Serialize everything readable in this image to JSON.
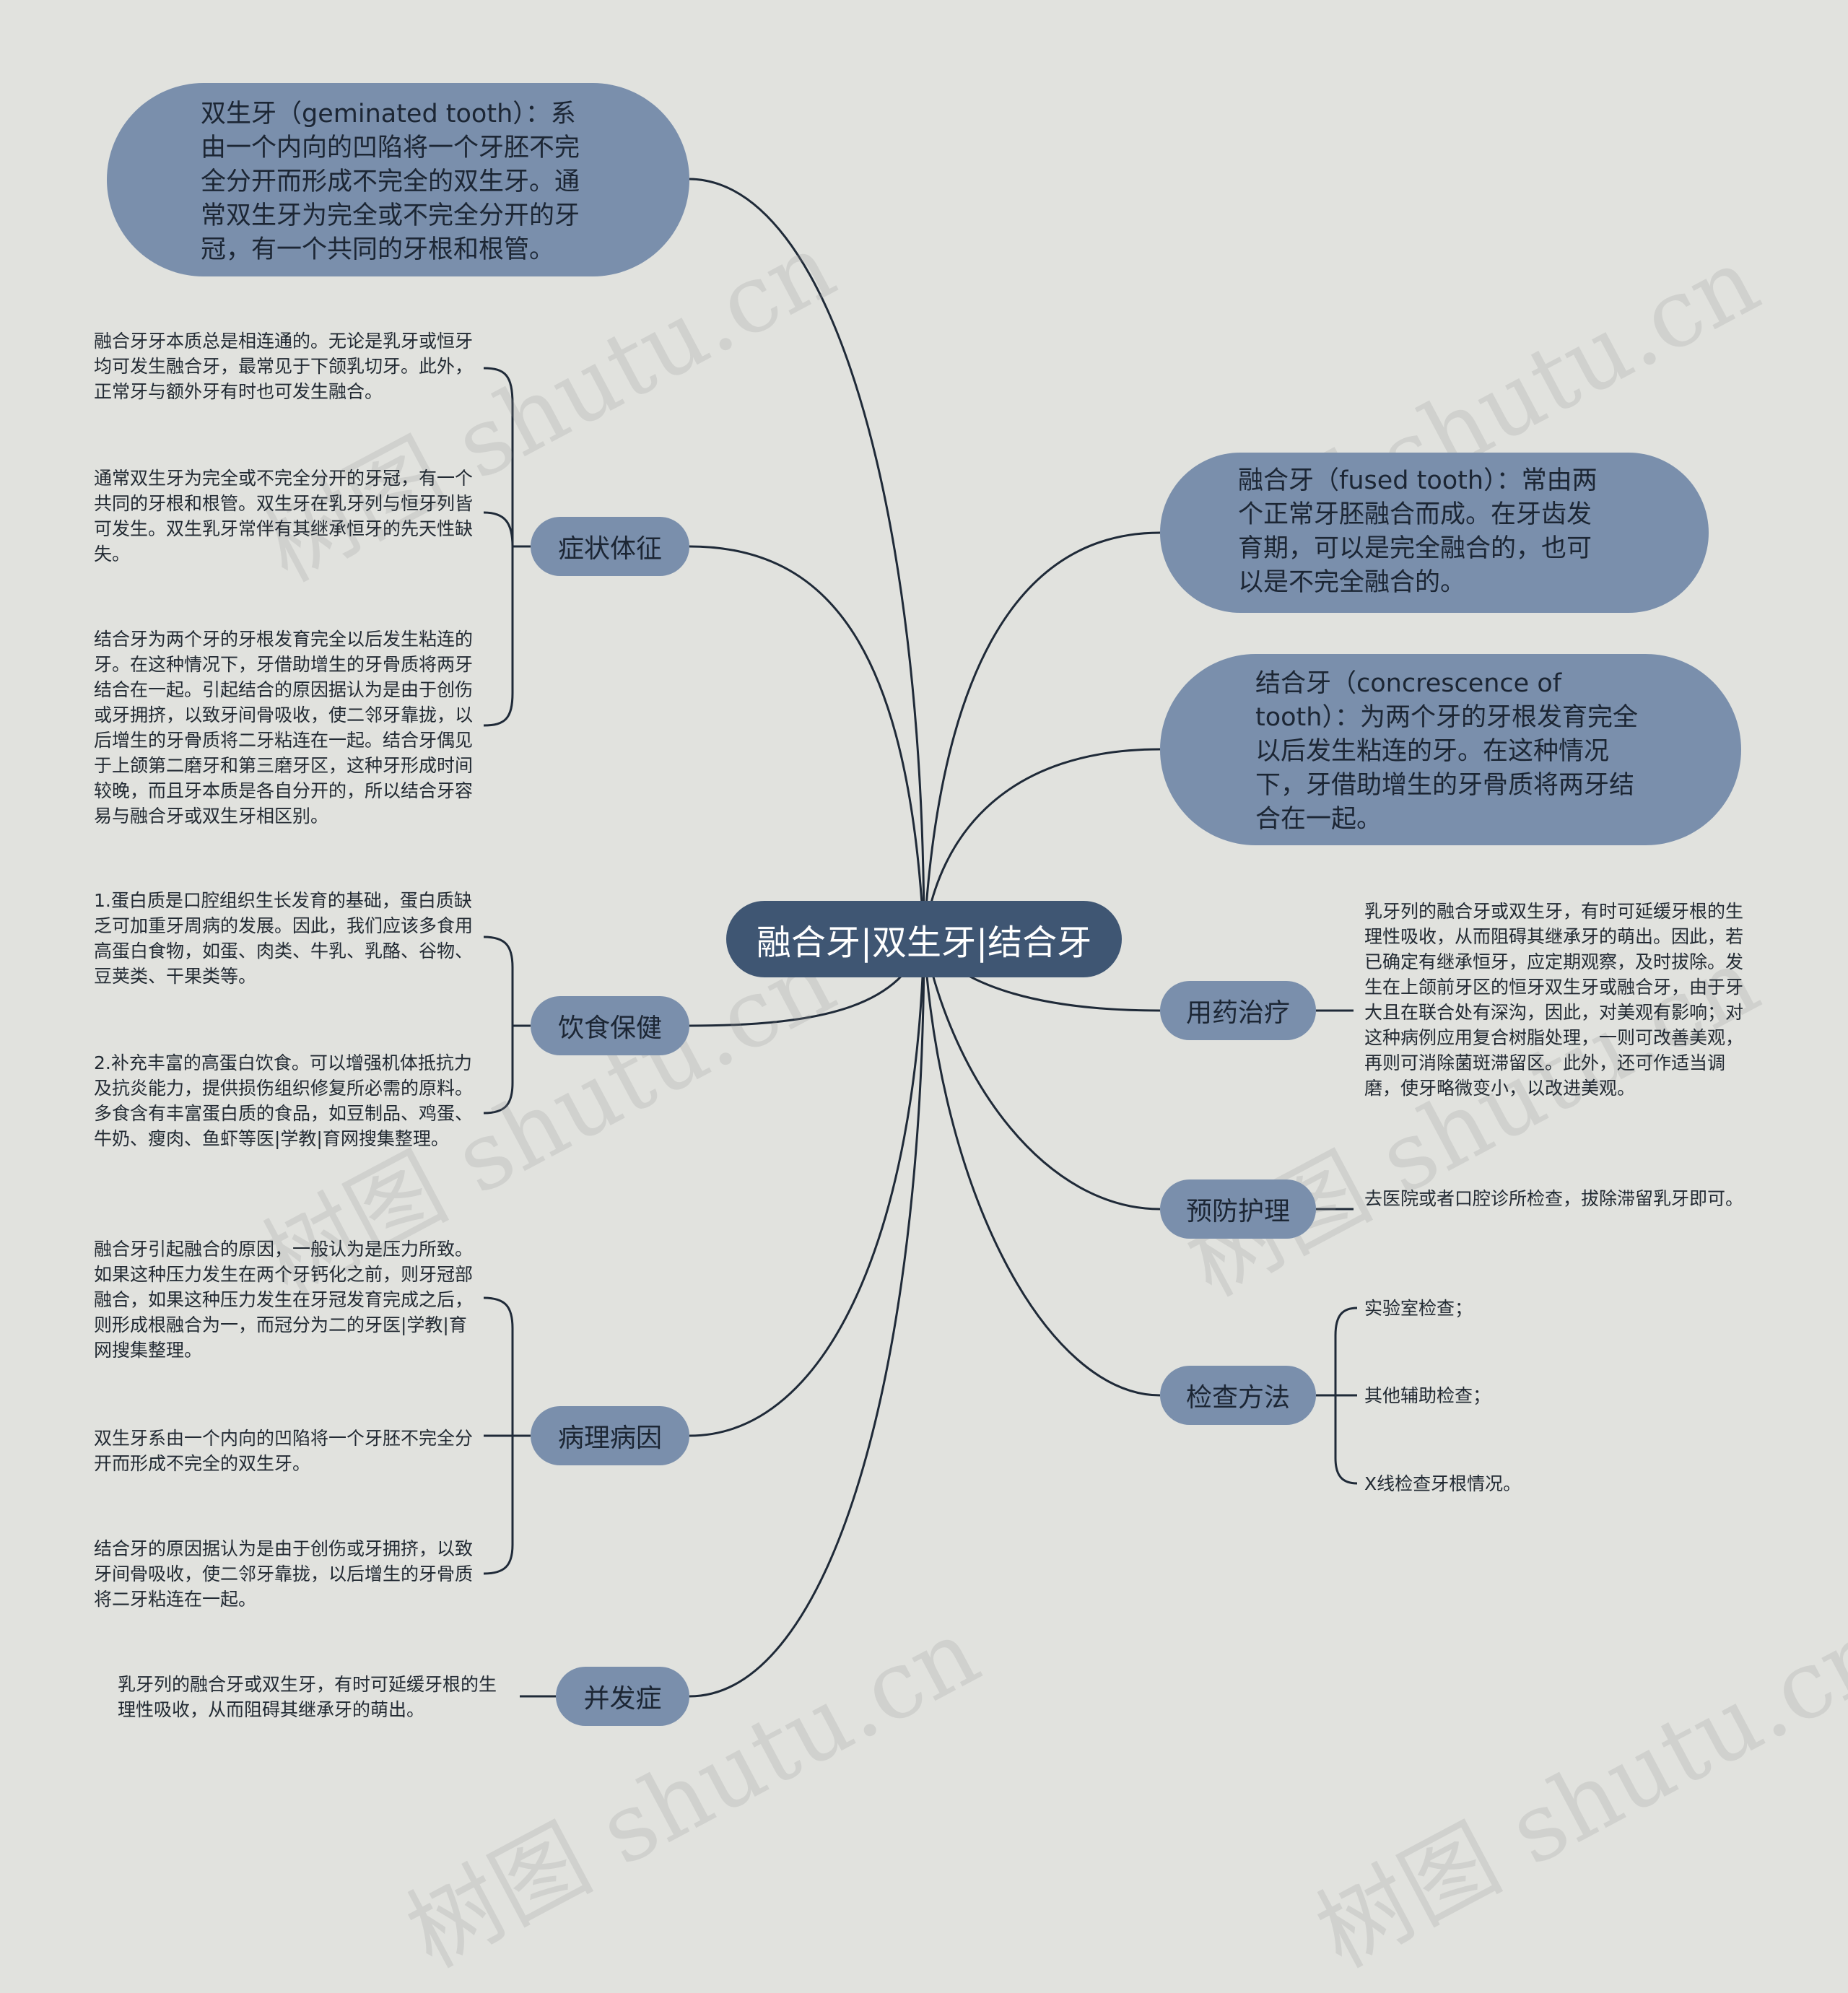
{
  "center": {
    "title": "融合牙|双生牙|结合牙"
  },
  "right_top": {
    "geminated": "双生牙（geminated tooth）：系由一个内向的凹陷将一个牙胚不完全分开而形成不完全的双生牙。通常双生牙为完全或不完全分开的牙冠，有一个共同的牙根和根管。",
    "fused": "融合牙（fused tooth）：常由两个正常牙胚融合而成。在牙齿发育期，可以是完全融合的，也可以是不完全融合的。",
    "concrescence": "结合牙（concrescence of tooth）：为两个牙的牙根发育完全以后发生粘连的牙。在这种情况下，牙借助增生的牙骨质将两牙结合在一起。"
  },
  "branches": {
    "symptoms": {
      "label": "症状体征",
      "leaves": [
        "融合牙牙本质总是相连通的。无论是乳牙或恒牙均可发生融合牙，最常见于下颌乳切牙。此外，正常牙与额外牙有时也可发生融合。",
        "通常双生牙为完全或不完全分开的牙冠，有一个共同的牙根和根管。双生牙在乳牙列与恒牙列皆可发生。双生乳牙常伴有其继承恒牙的先天性缺失。",
        "结合牙为两个牙的牙根发育完全以后发生粘连的牙。在这种情况下，牙借助增生的牙骨质将两牙结合在一起。引起结合的原因据认为是由于创伤或牙拥挤，以致牙间骨吸收，使二邻牙靠拢，以后增生的牙骨质将二牙粘连在一起。结合牙偶见于上颌第二磨牙和第三磨牙区，这种牙形成时间较晚，而且牙本质是各自分开的，所以结合牙容易与融合牙或双生牙相区别。"
      ]
    },
    "diet": {
      "label": "饮食保健",
      "leaves": [
        "1.蛋白质是口腔组织生长发育的基础，蛋白质缺乏可加重牙周病的发展。因此，我们应该多食用高蛋白食物，如蛋、肉类、牛乳、乳酪、谷物、豆荚类、干果类等。",
        "2.补充丰富的高蛋白饮食。可以增强机体抵抗力及抗炎能力，提供损伤组织修复所必需的原料。多食含有丰富蛋白质的食品，如豆制品、鸡蛋、牛奶、瘦肉、鱼虾等医|学教|育网搜集整理。"
      ]
    },
    "pathology": {
      "label": "病理病因",
      "leaves": [
        "融合牙引起融合的原因，一般认为是压力所致。如果这种压力发生在两个牙钙化之前，则牙冠部融合，如果这种压力发生在牙冠发育完成之后，则形成根融合为一，而冠分为二的牙医|学教|育网搜集整理。",
        "双生牙系由一个内向的凹陷将一个牙胚不完全分开而形成不完全的双生牙。",
        "结合牙的原因据认为是由于创伤或牙拥挤，以致牙间骨吸收，使二邻牙靠拢，以后增生的牙骨质将二牙粘连在一起。"
      ]
    },
    "complication": {
      "label": "并发症",
      "leaves": [
        "乳牙列的融合牙或双生牙，有时可延缓牙根的生理性吸收，从而阻碍其继承牙的萌出。"
      ]
    },
    "medication": {
      "label": "用药治疗",
      "leaves": [
        "乳牙列的融合牙或双生牙，有时可延缓牙根的生理性吸收，从而阻碍其继承牙的萌出。因此，若已确定有继承恒牙，应定期观察，及时拔除。发生在上颌前牙区的恒牙双生牙或融合牙，由于牙大且在联合处有深沟，因此，对美观有影响；对这种病例应用复合树脂处理，一则可改善美观，再则可消除菌斑滞留区。此外，还可作适当调磨，使牙略微变小，以改进美观。"
      ]
    },
    "prevention": {
      "label": "预防护理",
      "leaves": [
        "去医院或者口腔诊所检查，拔除滞留乳牙即可。"
      ]
    },
    "examination": {
      "label": "检查方法",
      "leaves": [
        "实验室检查；",
        "其他辅助检查；",
        "X线检查牙根情况。"
      ]
    }
  },
  "watermark": "树图 shutu.cn",
  "colors": {
    "background": "#e1e2de",
    "center": "#3f5673",
    "node": "#7a8fac",
    "line": "#1f2a38"
  }
}
